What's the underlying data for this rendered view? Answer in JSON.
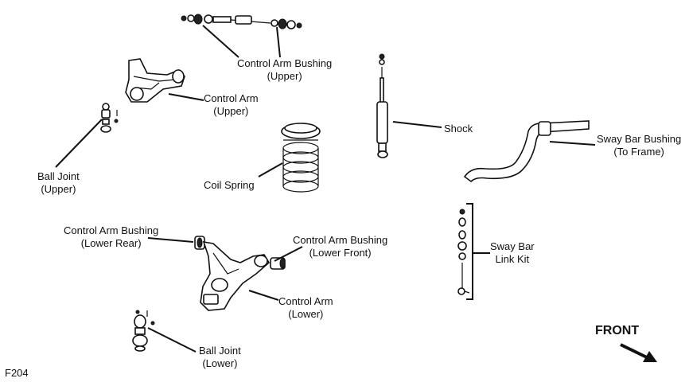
{
  "figure_id": "F204",
  "front_label": "FRONT",
  "labels": {
    "cab_upper": [
      "Control Arm Bushing",
      "(Upper)"
    ],
    "ca_upper": [
      "Control Arm",
      "(Upper)"
    ],
    "bj_upper": [
      "Ball Joint",
      "(Upper)"
    ],
    "coil_spring": [
      "Coil Spring"
    ],
    "shock": [
      "Shock"
    ],
    "sbb_frame": [
      "Sway Bar Bushing",
      "(To Frame)"
    ],
    "cab_lower_rear": [
      "Control Arm Bushing",
      "(Lower Rear)"
    ],
    "cab_lower_front": [
      "Control Arm Bushing",
      "(Lower Front)"
    ],
    "sb_link": [
      "Sway Bar",
      "Link Kit"
    ],
    "ca_lower": [
      "Control Arm",
      "(Lower)"
    ],
    "bj_lower": [
      "Ball Joint",
      "(Lower)"
    ]
  }
}
